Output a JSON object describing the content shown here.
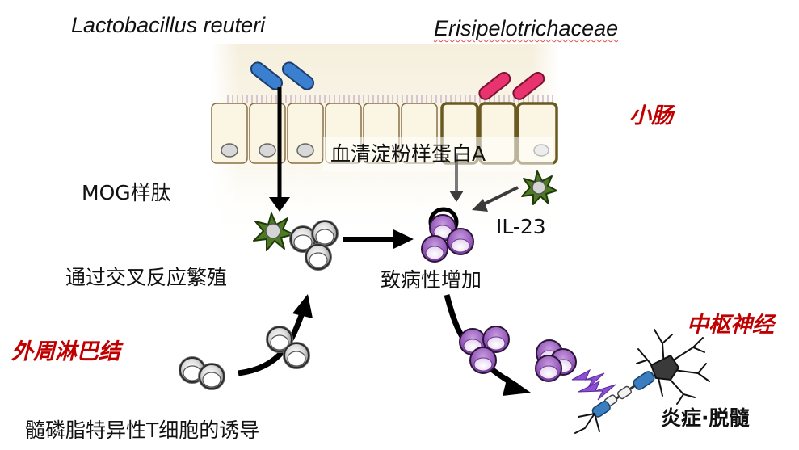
{
  "labels": {
    "lactobacillus": "Lactobacillus reuteri",
    "erysipelotrichaceae": "Erisipelotrichaceae",
    "small_intestine": "小肠",
    "serum_amyloid_a": "血清淀粉样蛋白A",
    "mog_peptide": "MOG样肽",
    "il23": "IL-23",
    "cross_reaction": "通过交叉反应繁殖",
    "pathogenicity": "致病性增加",
    "cns": "中枢神经",
    "peripheral_lymph": "外周淋巴结",
    "inflammation": "炎症·脱髓",
    "induction": "髓磷脂特异性T细胞的诱导"
  },
  "colors": {
    "highlight_red": "#c00000",
    "bacteria_blue": "#3b7fd0",
    "bacteria_pink": "#e8336e",
    "dendritic_green": "#4d7a23",
    "th17_purple": "#9b59c6",
    "t_cell_gray": "#a9a9a9",
    "epithelium_tan": "#f7efd7",
    "axon_blue": "#3a7ec0",
    "lightning_purple": "#8c4fd4"
  }
}
